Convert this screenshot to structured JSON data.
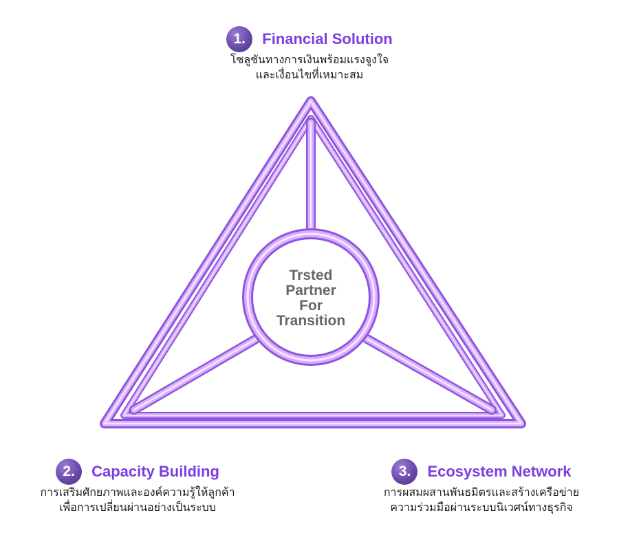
{
  "center": {
    "lines": [
      "Trsted",
      "Partner",
      "For",
      "Transition"
    ]
  },
  "pillars": [
    {
      "number": "1.",
      "title": "Financial Solution",
      "desc_lines": [
        "โซลูชันทางการเงินพร้อมแรงจูงใจ",
        "และเงื่อนไขที่เหมาะสม"
      ]
    },
    {
      "number": "2.",
      "title": "Capacity Building",
      "desc_lines": [
        "การเสริมศักยภาพและองค์ความรู้ให้ลูกค้า",
        "เพื่อการเปลี่ยนผ่านอย่างเป็นระบบ"
      ]
    },
    {
      "number": "3.",
      "title": "Ecosystem Network",
      "desc_lines": [
        "การผสมผสานพันธมิตรและสร้างเครือข่าย",
        "ความร่วมมือผ่านระบบนิเวศน์ทางธุรกิจ"
      ]
    }
  ],
  "colors": {
    "accent": "#7b3fe0",
    "badge": "#6a4aa8",
    "frame": "#b07ae8",
    "center_text": "#666666"
  }
}
